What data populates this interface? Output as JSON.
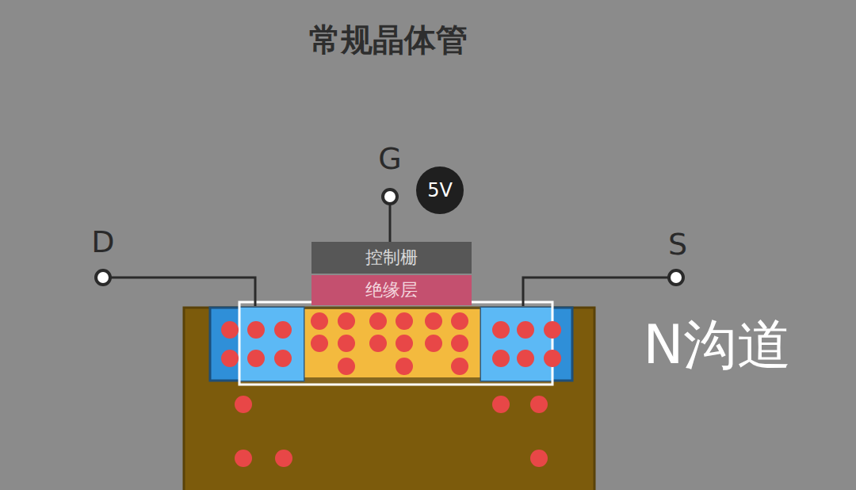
{
  "diagram": {
    "title": "常规晶体管",
    "nodes": [
      {
        "text": [
          "5V"
        ]
      },
      {
        "text": [
          "控制栅"
        ]
      },
      {
        "text": [
          "绝缘层"
        ]
      }
    ],
    "labels": [
      "G",
      "D",
      "S",
      "N沟道"
    ]
  }
}
